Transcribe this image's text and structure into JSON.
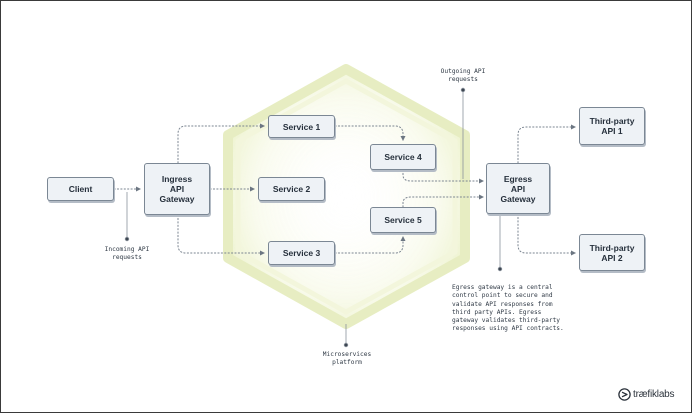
{
  "nodes": {
    "client": "Client",
    "ingress": "Ingress\nAPI\nGateway",
    "service1": "Service 1",
    "service2": "Service 2",
    "service3": "Service 3",
    "service4": "Service 4",
    "service5": "Service 5",
    "egress": "Egress\nAPI\nGateway",
    "third_party_1": "Third-party\nAPI 1",
    "third_party_2": "Third-party\nAPI 2"
  },
  "notes": {
    "outgoing": "Outgoing API\nrequests",
    "incoming": "Incoming API\nrequests",
    "platform": "Microservices\nplatform",
    "egress_description": "Egress gateway is a central\ncontrol point to secure and\nvalidate API responses from\nthird party APIs. Egress\ngateway validates third-party\nresponses using API contracts."
  },
  "logo": {
    "text": "træfiklabs"
  },
  "colors": {
    "box_fill": "#eef2f6",
    "box_border": "#7b8794",
    "connector": "#7a8490",
    "platform_glow": "#eef3c8"
  }
}
